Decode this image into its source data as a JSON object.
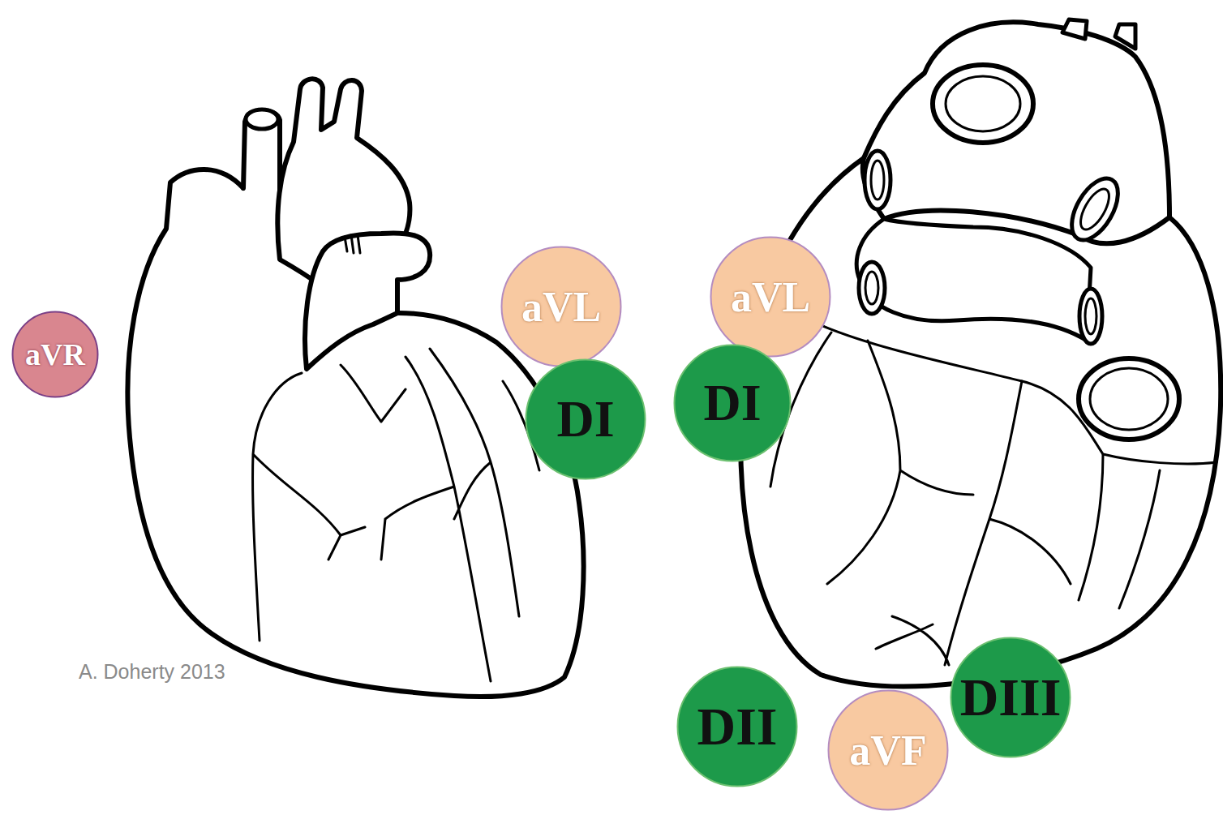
{
  "diagram": {
    "nodes": [
      {
        "text": [
          "aVR"
        ]
      },
      {
        "text": [
          "aVL"
        ]
      },
      {
        "text": [
          "DI"
        ]
      },
      {
        "text": [
          "aVL"
        ]
      },
      {
        "text": [
          "DI"
        ]
      },
      {
        "text": [
          "DII"
        ]
      },
      {
        "text": [
          "DIII"
        ]
      },
      {
        "text": [
          "aVF"
        ]
      }
    ],
    "labels": [
      "A. Doherty 2013"
    ]
  }
}
